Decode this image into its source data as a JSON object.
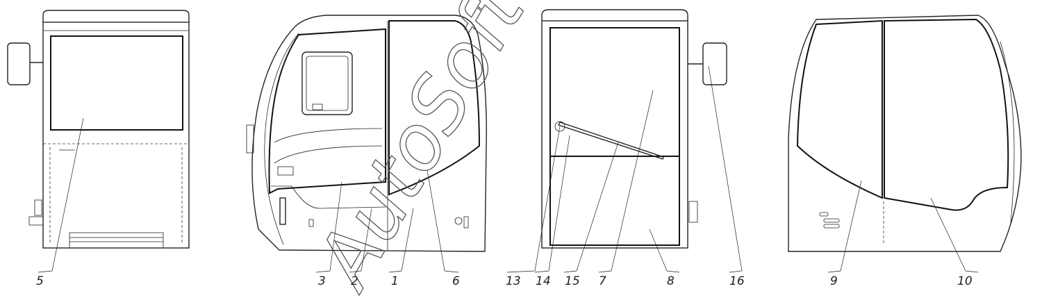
{
  "watermark": "AutoSoft",
  "callouts": [
    "5",
    "3",
    "2",
    "1",
    "6",
    "13",
    "14",
    "15",
    "7",
    "8",
    "16",
    "9",
    "10"
  ]
}
